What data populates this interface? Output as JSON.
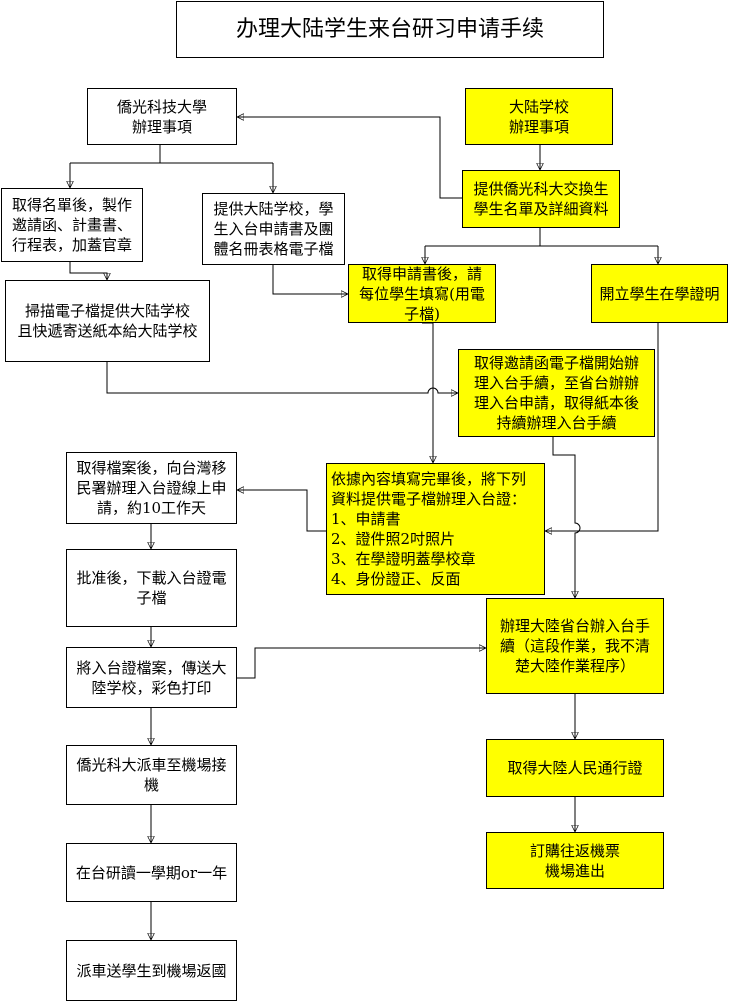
{
  "title": "办理大陆学生来台研习申请手续",
  "nodes": {
    "school_office": "僑光科技大學\n辦理事項",
    "mainland_office": "大陆学校\n辦理事項",
    "provide_list": "提供僑光科大交換生\n學生名單及詳細資料",
    "make_docs": "取得名單後，製作\n邀請函、計畫書、\n行程表，加蓋官章",
    "provide_forms": "提供大陆学校，學\n生入台申請書及團\n體名冊表格電子檔",
    "fill_form": "取得申請書後，請\n每位學生填寫(用電\n子檔)",
    "enroll_cert": "開立學生在學證明",
    "scan_send": "掃描電子檔提供大陆学校\n且快遞寄送紙本給大陆学校",
    "invitation_process": "取得邀請函電子檔開始辦\n理入台手續，至省台辦辦\n理入台申請，取得紙本後\n持續辦理入台手續",
    "apply_online": "取得檔案後，向台灣移\n民署辦理入台證線上申\n請，約10工作天",
    "docs_list": "依據內容填寫完畢後，將下列\n資料提供電子檔辦理入台證：\n1、申請書\n2、證件照2吋照片\n3、在學證明蓋學校章\n4、身份證正、反面",
    "download_permit": "批准後，下載入台證電\n子檔",
    "mainland_process": "辦理大陸省台辦入台手\n續（這段作業，我不清\n楚大陸作業程序）",
    "send_permit": "將入台證檔案，傳送大\n陸学校，彩色打印",
    "pickup": "僑光科大派車至機場接\n機",
    "get_pass": "取得大陸人民通行證",
    "book_ticket": "訂購往返機票\n機場進出",
    "study": "在台研讀一學期or一年",
    "return": "派車送學生到機場返國"
  }
}
